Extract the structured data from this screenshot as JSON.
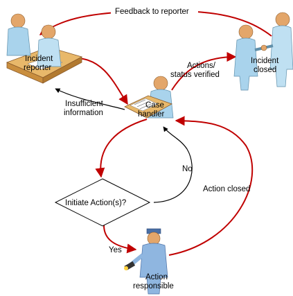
{
  "diagram": {
    "labels": {
      "feedback": "Feedback to reporter",
      "incident_reporter_1": "Incident",
      "incident_reporter_2": "reporter",
      "incident_closed_1": "Incident",
      "incident_closed_2": "closed",
      "actions_verified_1": "Actions/",
      "actions_verified_2": "status verified",
      "insufficient_1": "Insufficient",
      "insufficient_2": "information",
      "case_handler_1": "Case",
      "case_handler_2": "handler",
      "no": "No",
      "action_closed": "Action closed",
      "decision": "Initiate Action(s)?",
      "yes": "Yes",
      "action_responsible_1": "Action",
      "action_responsible_2": "responsible"
    },
    "colors": {
      "red_arrow": "#c00000",
      "black_arrow": "#000000",
      "figure_body": "#a9d3ec",
      "figure_skin": "#e3a66a",
      "desk": "#e8b86a"
    }
  }
}
